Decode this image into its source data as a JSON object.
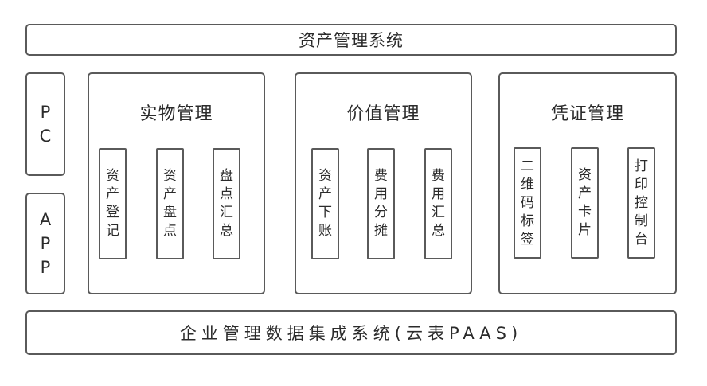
{
  "top_title": "资产管理系统",
  "bottom_title": "企业管理数据集成系统(云表PAAS)",
  "sidebar": [
    {
      "label": "PC"
    },
    {
      "label": "APP"
    }
  ],
  "groups": [
    {
      "title": "实物管理",
      "items": [
        {
          "label": "资产登记"
        },
        {
          "label": "资产盘点"
        },
        {
          "label": "盘点汇总"
        }
      ]
    },
    {
      "title": "价值管理",
      "items": [
        {
          "label": "资产下账"
        },
        {
          "label": "费用分摊"
        },
        {
          "label": "费用汇总"
        }
      ]
    },
    {
      "title": "凭证管理",
      "items": [
        {
          "label": "二维码标签"
        },
        {
          "label": "资产卡片"
        },
        {
          "label": "打印控制台"
        }
      ]
    }
  ]
}
